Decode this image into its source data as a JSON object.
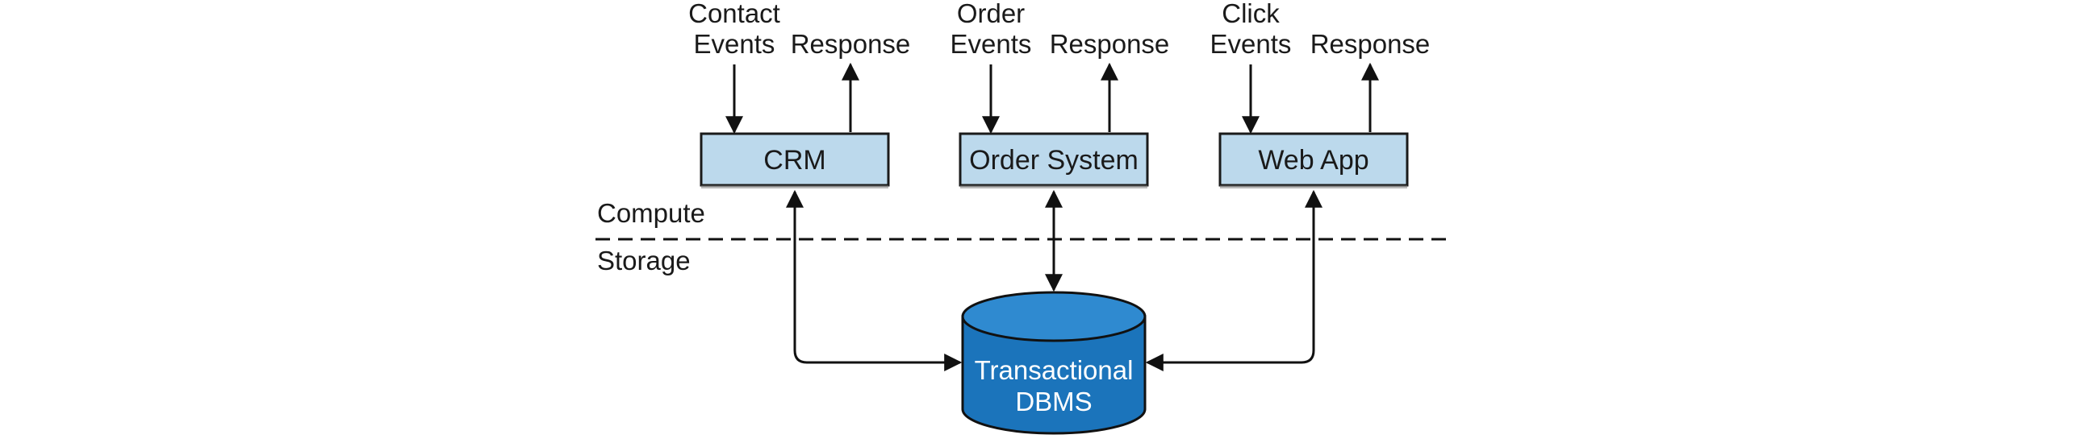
{
  "colors": {
    "box_fill": "#bcd9ec",
    "box_stroke": "#1a1a1a",
    "db_fill": "#1b74bb",
    "db_top": "#2f8ad0",
    "line": "#111111"
  },
  "systems": [
    {
      "name": "CRM",
      "input_lines": [
        "Contact",
        "Events"
      ],
      "output": "Response"
    },
    {
      "name": "Order System",
      "input_lines": [
        "Order",
        "Events"
      ],
      "output": "Response"
    },
    {
      "name": "Web App",
      "input_lines": [
        "Click",
        "Events"
      ],
      "output": "Response"
    }
  ],
  "layers": {
    "compute": "Compute",
    "storage": "Storage"
  },
  "database": {
    "lines": [
      "Transactional",
      "DBMS"
    ]
  }
}
